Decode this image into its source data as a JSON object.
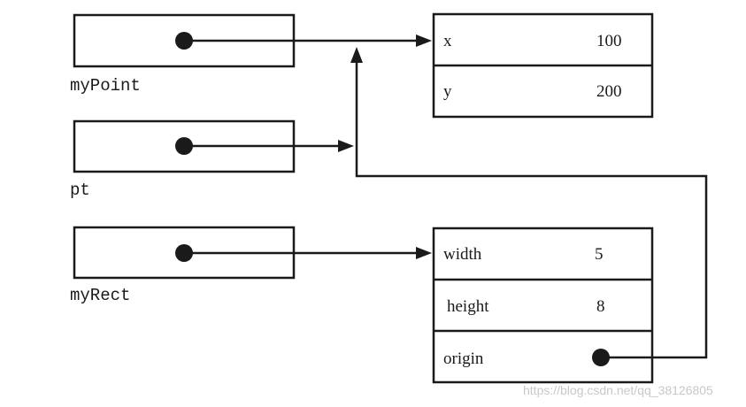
{
  "variables": {
    "myPoint": "myPoint",
    "pt": "pt",
    "myRect": "myRect"
  },
  "point_object": {
    "fields": [
      {
        "name": "x",
        "value": "100"
      },
      {
        "name": "y",
        "value": "200"
      }
    ]
  },
  "rect_object": {
    "fields": [
      {
        "name": "width",
        "value": "5"
      },
      {
        "name": "height",
        "value": "8"
      },
      {
        "name": "origin",
        "value": ""
      }
    ]
  },
  "watermark": "https://blog.csdn.net/qq_38126805"
}
